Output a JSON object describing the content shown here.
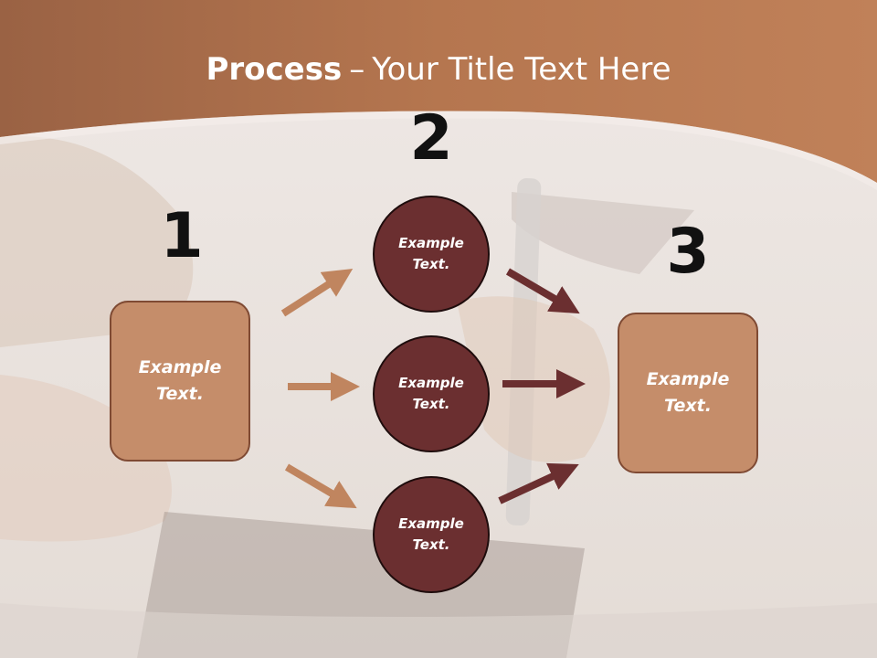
{
  "title": {
    "bold": "Process",
    "separator": "–",
    "rest": "Your Title Text Here"
  },
  "colors": {
    "header": "#b5764f",
    "box_fill": "#c58d6a",
    "box_border": "#7f4a33",
    "circle_fill": "#6b2f30",
    "light_arrow": "#c0855f",
    "dark_arrow": "#6b2f30"
  },
  "steps": [
    {
      "number": "1",
      "items": [
        "Example Text."
      ]
    },
    {
      "number": "2",
      "items": [
        "Example Text.",
        "Example Text.",
        "Example Text."
      ]
    },
    {
      "number": "3",
      "items": [
        "Example Text."
      ]
    }
  ]
}
